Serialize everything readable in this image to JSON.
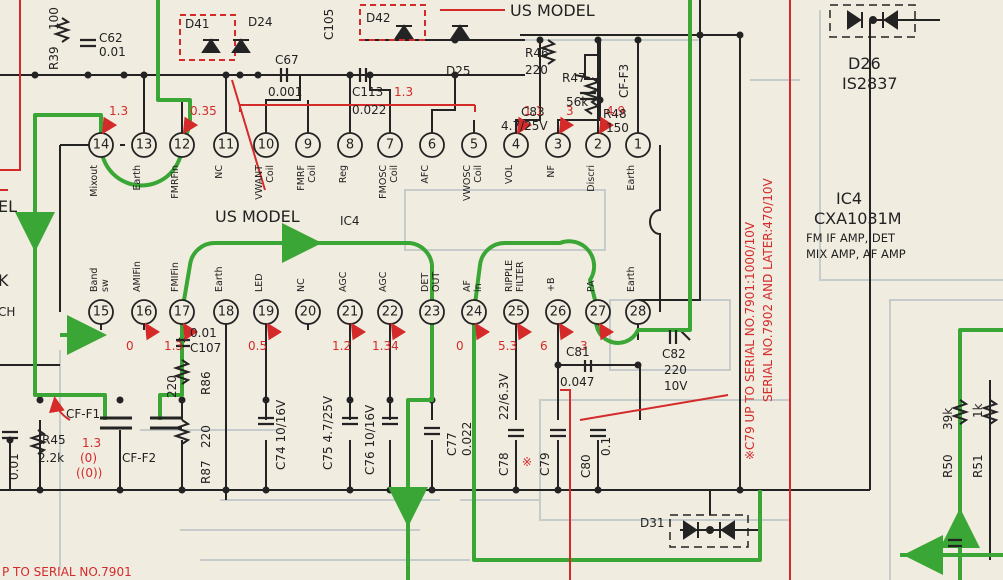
{
  "ic": {
    "name": "IC4",
    "part_lines": [
      "IC4",
      "CXA1031M"
    ],
    "desc_lines": [
      "FM IF AMP, DET",
      "MIX AMP, AF AMP"
    ],
    "body_label": "IC4",
    "top_pins": [
      {
        "num": "14",
        "func": "Mixout",
        "volt": "1.3"
      },
      {
        "num": "13",
        "func": "Earth",
        "volt": ""
      },
      {
        "num": "12",
        "func": "FMRFin",
        "volt": "0.35"
      },
      {
        "num": "11",
        "func": "NC",
        "volt": ""
      },
      {
        "num": "10",
        "func": "VWANT Coil",
        "volt": ""
      },
      {
        "num": "9",
        "func": "FMRF Coil",
        "volt": ""
      },
      {
        "num": "8",
        "func": "Reg",
        "volt": ""
      },
      {
        "num": "7",
        "func": "FMOSC Coil",
        "volt": ""
      },
      {
        "num": "6",
        "func": "AFC",
        "volt": ""
      },
      {
        "num": "5",
        "func": "VWOSC Coil",
        "volt": ""
      },
      {
        "num": "4",
        "func": "VOL",
        "volt": "1.1"
      },
      {
        "num": "3",
        "func": "NF",
        "volt": "3"
      },
      {
        "num": "2",
        "func": "Discri",
        "volt": "4.9"
      },
      {
        "num": "1",
        "func": "Earth",
        "volt": ""
      }
    ],
    "bottom_pins": [
      {
        "num": "15",
        "func": "Band sw",
        "volt": ""
      },
      {
        "num": "16",
        "func": "AMIFin",
        "volt": "0"
      },
      {
        "num": "17",
        "func": "FMIFin",
        "volt": "1.3"
      },
      {
        "num": "18",
        "func": "Earth",
        "volt": ""
      },
      {
        "num": "19",
        "func": "LED",
        "volt": "0.5"
      },
      {
        "num": "20",
        "func": "NC",
        "volt": ""
      },
      {
        "num": "21",
        "func": "AGC",
        "volt": "1.2"
      },
      {
        "num": "22",
        "func": "AGC",
        "volt": "1.34"
      },
      {
        "num": "23",
        "func": "DET OUT",
        "volt": ""
      },
      {
        "num": "24",
        "func": "AF in",
        "volt": "0"
      },
      {
        "num": "25",
        "func": "RIPPLE FILTER",
        "volt": "5.3"
      },
      {
        "num": "26",
        "func": "+B",
        "volt": "6"
      },
      {
        "num": "27",
        "func": "PA",
        "volt": "3"
      },
      {
        "num": "28",
        "func": "Earth",
        "volt": ""
      }
    ],
    "mid_volt": "1.3"
  },
  "labels": {
    "us_model_top": "US MODEL",
    "us_model_mid": "US MODEL",
    "d26": "D26",
    "d26_part": "IS2837",
    "d41": "D41",
    "d24": "D24",
    "d42": "D42",
    "d25": "D25",
    "d31": "D31",
    "c105": "C105",
    "c62": "C62",
    "c62_val": "0.01",
    "c67": "C67",
    "c67_val": "0.001",
    "c113": "C113",
    "c113_val": "0.022",
    "r39": "R39",
    "r39_val": "100",
    "r46": "R46",
    "r46_val": "220",
    "r47": "R47",
    "r47_val": "56k",
    "r48": "R48",
    "r48_val": "150",
    "cf_f3": "CF-F3",
    "c83": "C83",
    "c83_val": "4.7/25V",
    "cf_f1": "CF-F1",
    "cf_f2": "CF-F2",
    "r45": "R45",
    "r45_val": "2.2k",
    "r45_volts": [
      "1.3",
      "(0)",
      "((0))"
    ],
    "c107": "C107",
    "c107_val": "0.01",
    "r86": "R86",
    "r86_val": "220",
    "r87": "R87",
    "r87_val": "220",
    "c74": "C74 10/16V",
    "c75": "C75 4.7/25V",
    "c76": "C76 10/16V",
    "c77": "C77",
    "c77_val": "0.022",
    "c78": "C78",
    "c78_val": "22/6.3V",
    "c79": "C79",
    "c80": "C80",
    "c80_val": "0.1",
    "c81": "C81",
    "c81_val": "0.047",
    "c82": "C82",
    "c82_val": "220",
    "c82_v": "10V",
    "r50": "R50",
    "r50_val": "39k",
    "r51": "R51",
    "r51_val": "1k",
    "left_val": "0.01",
    "left_el": "EL",
    "left_k": "K",
    "left_ch": "CH",
    "note_line1": "※C79  UP TO SERIAL NO.7901:1000/10V",
    "note_line2": "SERIAL  NO.7902 AND LATER:470/10V",
    "asterisk": "※",
    "bottom_note": "P TO SERIAL NO.7901"
  },
  "colors": {
    "paper": "#f1ece0",
    "trace": "#232323",
    "red": "#d42a2a",
    "green": "#3aa635",
    "faint": "#bfc7c8"
  }
}
